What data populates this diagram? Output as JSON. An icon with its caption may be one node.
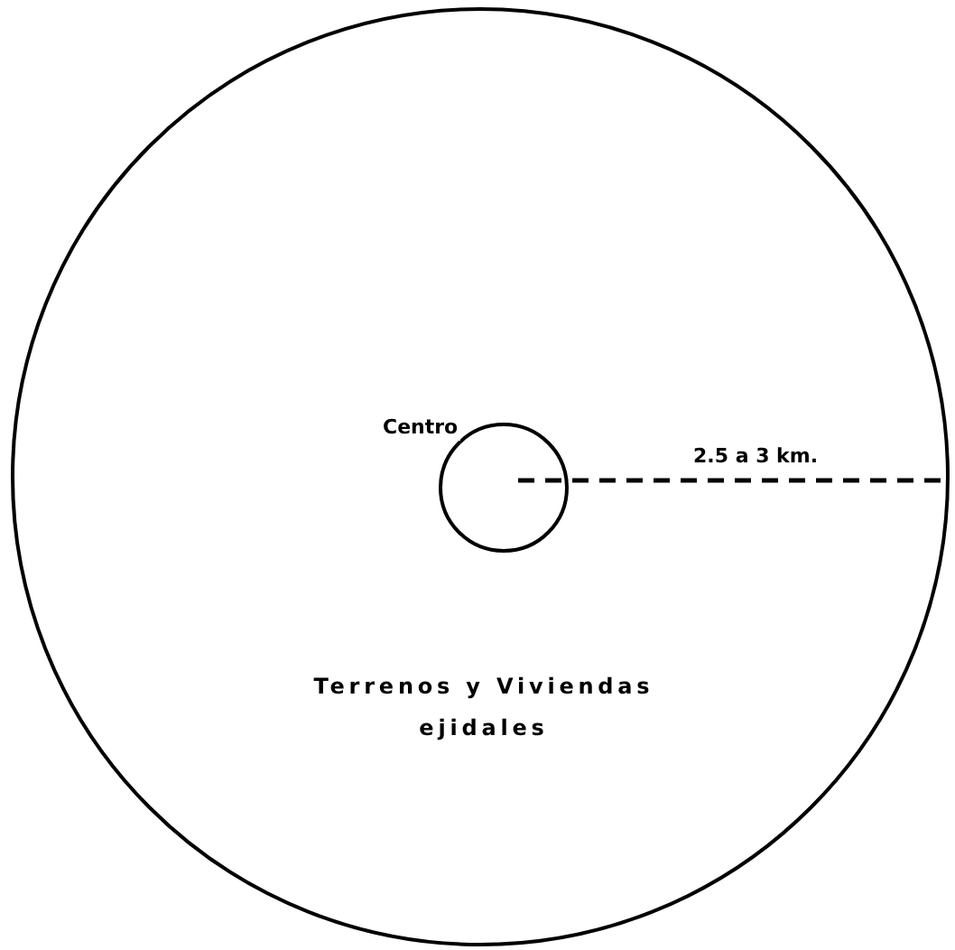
{
  "diagram": {
    "nodes": [
      {
        "text": [
          "Terrenos y Viviendas ejidales"
        ]
      },
      {
        "text": [
          "Centro"
        ],
        "in": 0
      }
    ],
    "labels": [
      "2.5 a 3 km."
    ]
  }
}
